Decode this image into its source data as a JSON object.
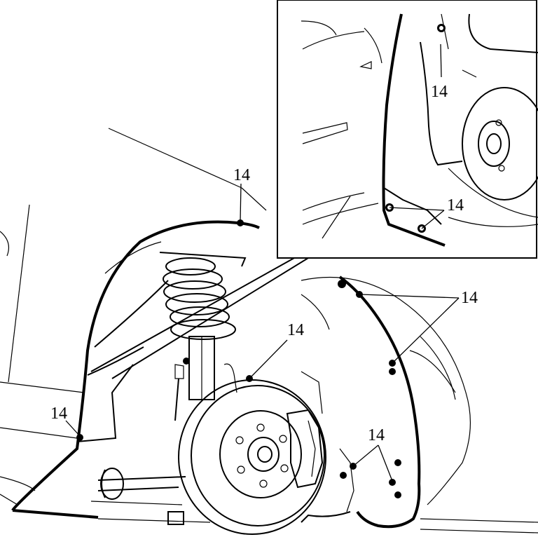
{
  "diagram": {
    "callouts": [
      "14",
      "14",
      "14",
      "14",
      "14",
      "14"
    ]
  }
}
